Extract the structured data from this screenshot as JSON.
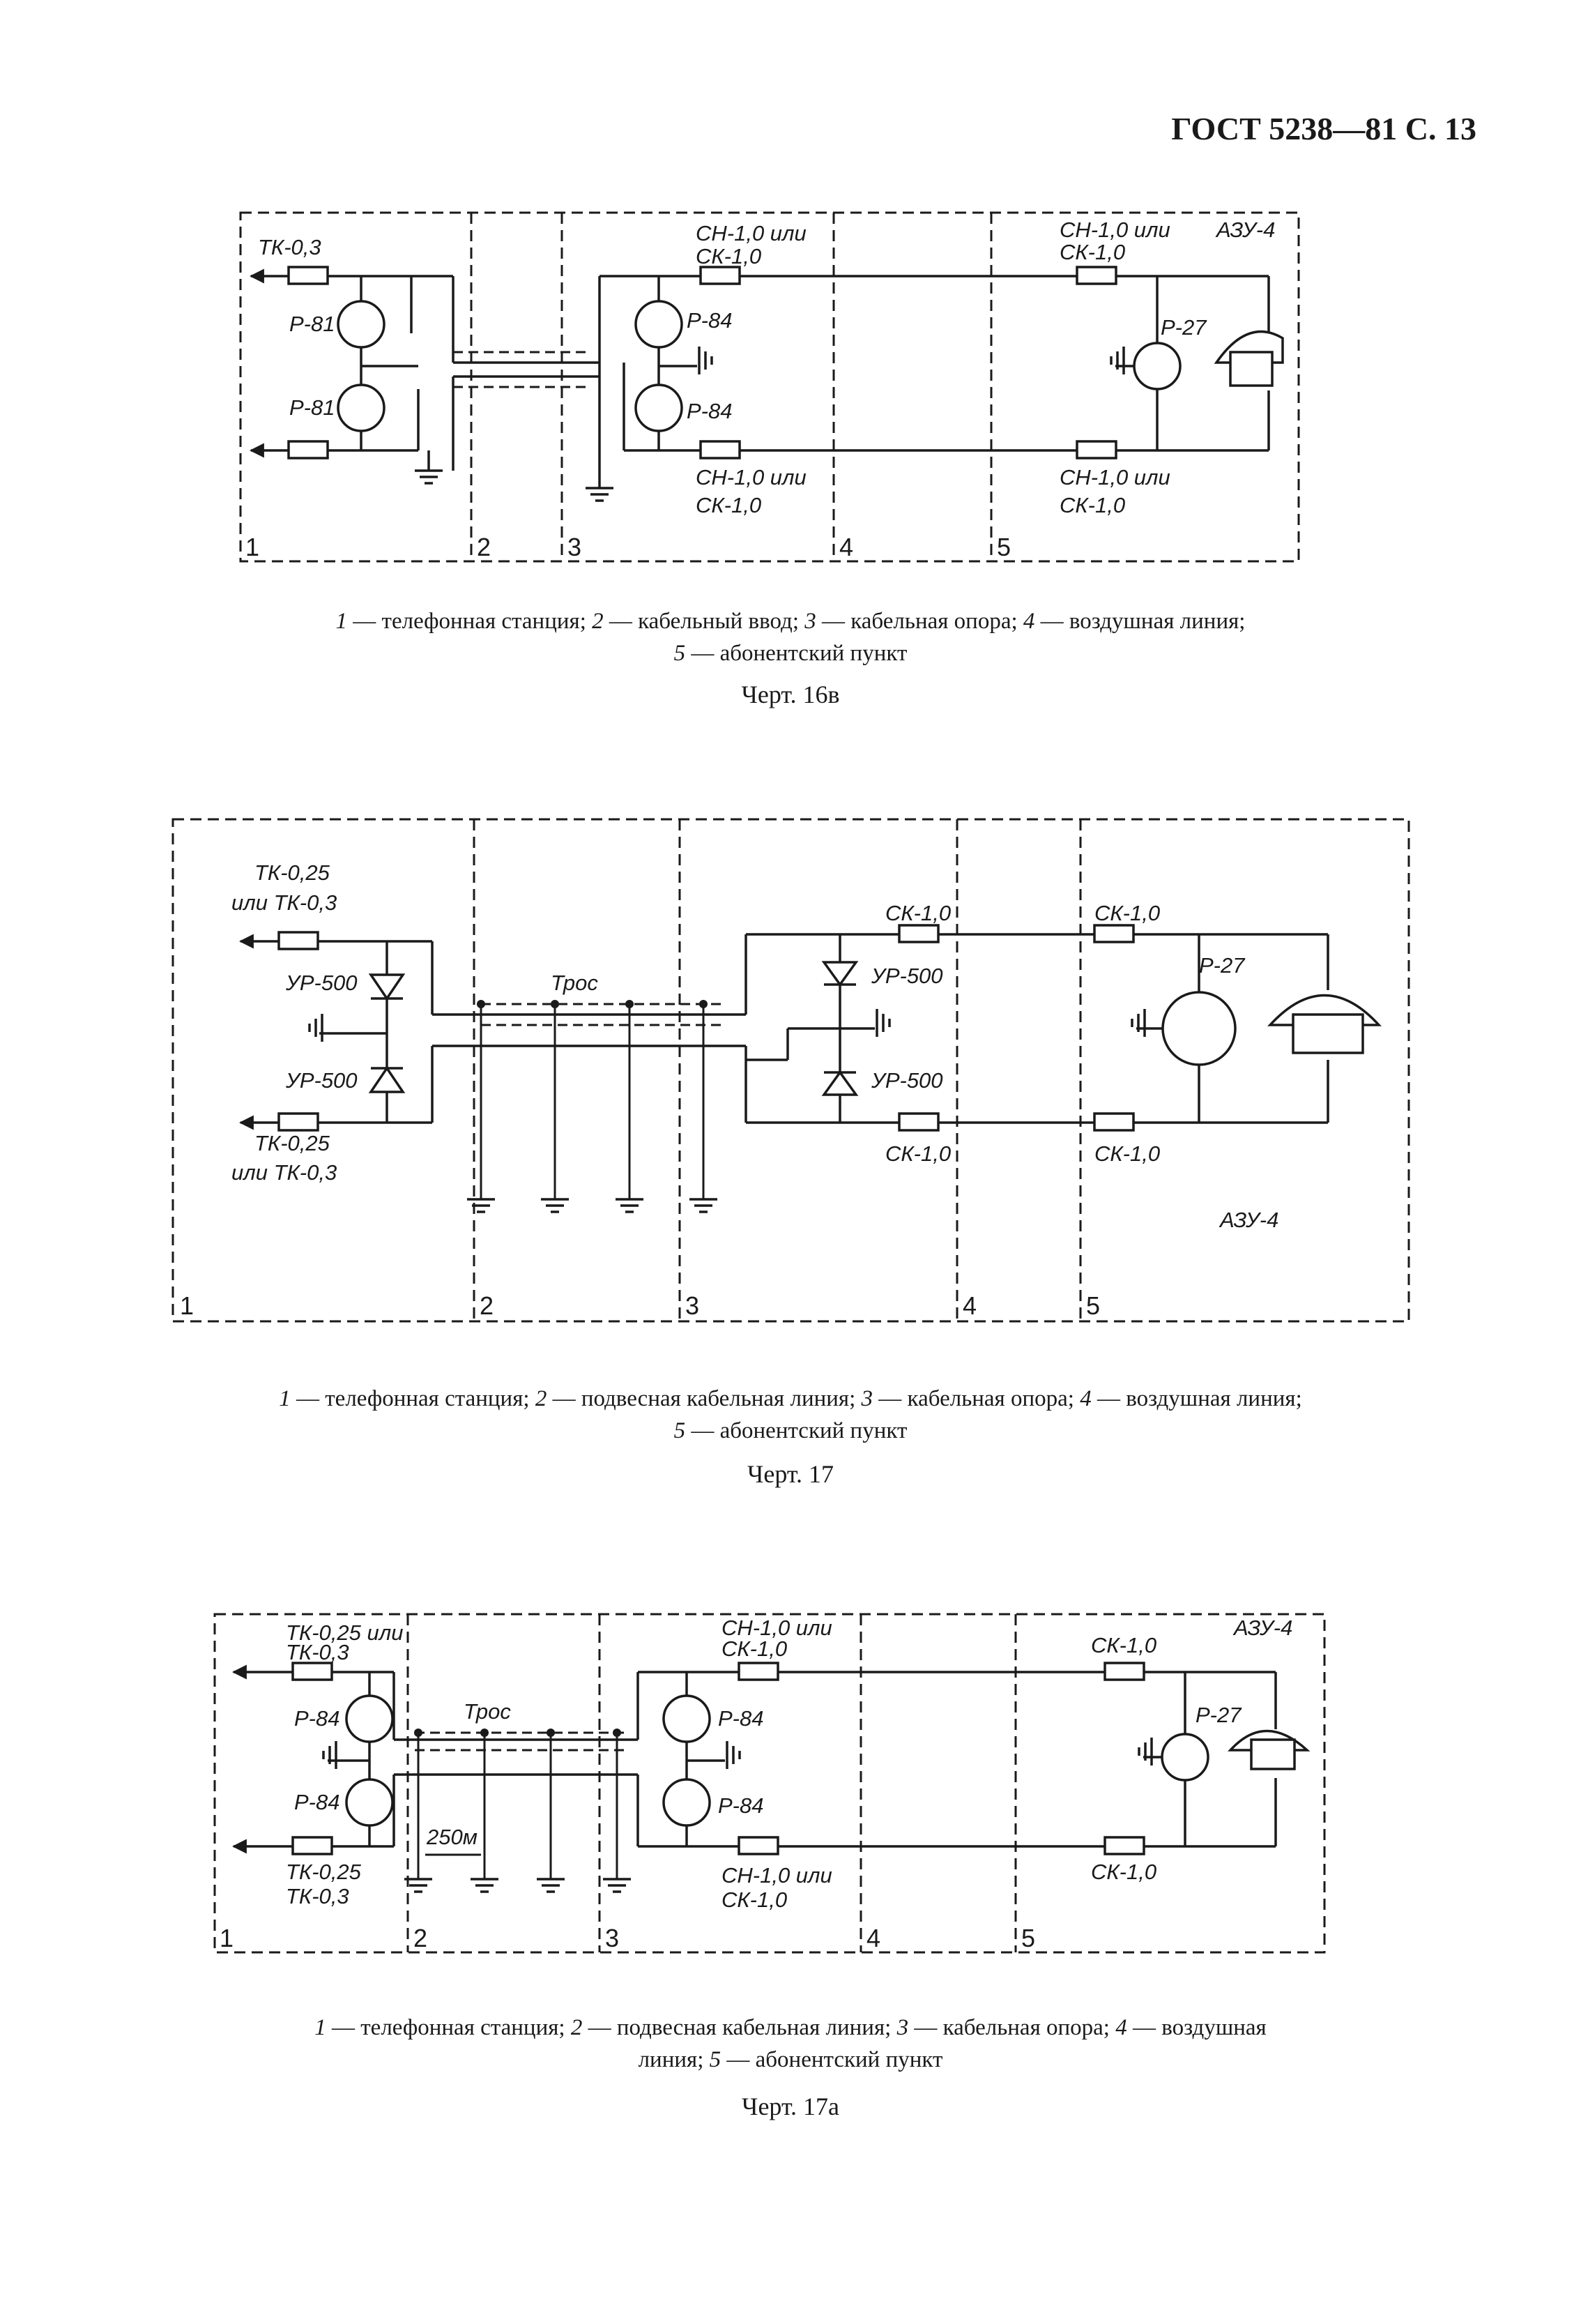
{
  "header": {
    "text": "ГОСТ 5238—81 С. 13"
  },
  "diagrams": [
    {
      "id": "16v",
      "labels": {
        "tk_top": "ТК-0,3",
        "r81_top": "Р-81",
        "r81_bot": "Р-81",
        "sn_top": "СН-1,0 или",
        "sk_top": "СК-1,0",
        "r84_top": "Р-84",
        "r84_bot": "Р-84",
        "sn_bot": "СН-1,0 или",
        "sk_bot": "СК-1,0",
        "sn_top2": "СН-1,0 или",
        "sk_top2": "СК-1,0",
        "azu": "АЗУ-4",
        "r27": "Р-27",
        "sn_bot2": "СН-1,0 или",
        "sk_bot2": "СК-1,0"
      },
      "zones": [
        "1",
        "2",
        "3",
        "4",
        "5"
      ],
      "caption": [
        {
          "n": "1",
          "t": " — телефонная станция; "
        },
        {
          "n": "2",
          "t": " — кабельный ввод; "
        },
        {
          "n": "3",
          "t": " — кабельная опора; "
        },
        {
          "n": "4",
          "t": " — воздушная линия;"
        }
      ],
      "caption2": [
        {
          "n": "5",
          "t": " — абонентский пункт"
        }
      ],
      "figure": "Черт. 16в"
    },
    {
      "id": "17",
      "labels": {
        "tk_top1": "ТК-0,25",
        "tk_top2": "или ТК-0,3",
        "ur_top": "УР-500",
        "ur_bot": "УР-500",
        "tk_bot1": "ТК-0,25",
        "tk_bot2": "или ТК-0,3",
        "tros": "Трос",
        "sk_top": "СК-1,0",
        "ur_top2": "УР-500",
        "ur_bot2": "УР-500",
        "sk_bot": "СК-1,0",
        "sk_top2": "СК-1,0",
        "r27": "Р-27",
        "sk_bot2": "СК-1,0",
        "azu": "АЗУ-4"
      },
      "zones": [
        "1",
        "2",
        "3",
        "4",
        "5"
      ],
      "caption": [
        {
          "n": "1",
          "t": " — телефонная станция; "
        },
        {
          "n": "2",
          "t": " — подвесная кабельная линия; "
        },
        {
          "n": "3",
          "t": " — кабельная опора; "
        },
        {
          "n": "4",
          "t": " — воздушная линия;"
        }
      ],
      "caption2": [
        {
          "n": "5",
          "t": " — абонентский пункт"
        }
      ],
      "figure": "Черт. 17"
    },
    {
      "id": "17a",
      "labels": {
        "tk_top1": "ТК-0,25 или",
        "tk_top2": "ТК-0,3",
        "r84_top": "Р-84",
        "r84_bot": "Р-84",
        "tk_bot1": "ТК-0,25",
        "tk_bot2": "ТК-0,3",
        "tros": "Трос",
        "span": "250м",
        "sn_top": "СН-1,0 или",
        "sk_top": "СК-1,0",
        "r84_top2": "Р-84",
        "r84_bot2": "Р-84",
        "sn_bot": "СН-1,0 или",
        "sk_bot": "СК-1,0",
        "azu": "АЗУ-4",
        "sk_top2": "СК-1,0",
        "r27": "Р-27",
        "sk_bot2": "СК-1,0"
      },
      "zones": [
        "1",
        "2",
        "3",
        "4",
        "5"
      ],
      "caption": [
        {
          "n": "1",
          "t": " — телефонная станция; "
        },
        {
          "n": "2",
          "t": " — подвесная кабельная линия; "
        },
        {
          "n": "3",
          "t": " — кабельная опора; "
        },
        {
          "n": "4",
          "t": " — воздушная"
        }
      ],
      "caption2": [
        {
          "t": "линия; "
        },
        {
          "n": "5",
          "t": " — абонентский пункт"
        }
      ],
      "figure": "Черт. 17а"
    }
  ]
}
